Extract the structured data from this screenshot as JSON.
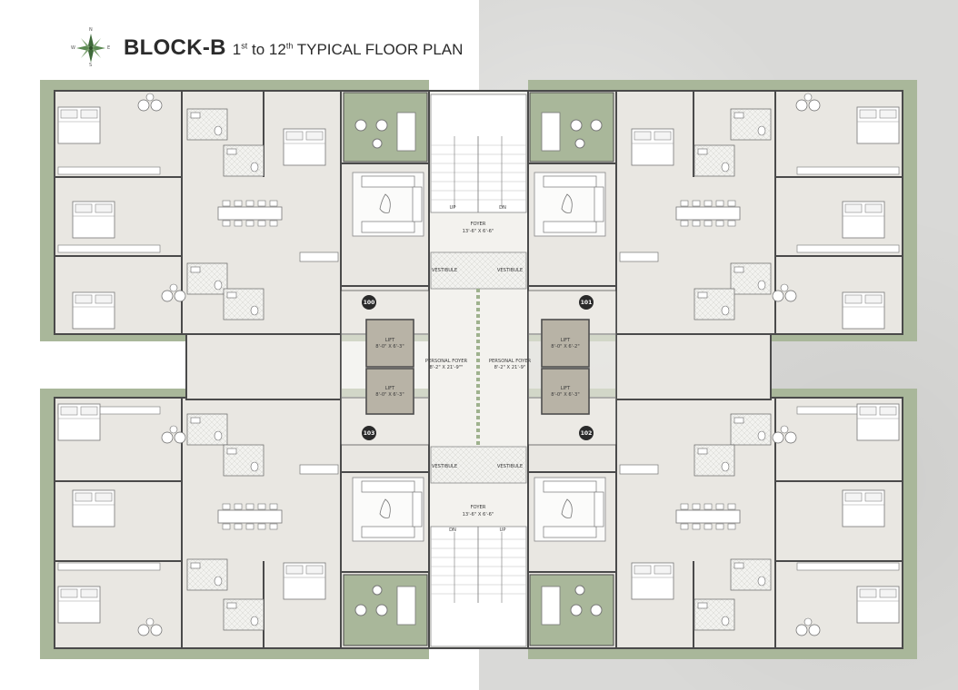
{
  "title": {
    "block": "BLOCK-B",
    "floor_from": "1",
    "floor_from_suffix": "st",
    "to": "to",
    "floor_to": "12",
    "floor_to_suffix": "th",
    "text": "TYPICAL FLOOR PLAN"
  },
  "compass": {
    "n": "N",
    "e": "E",
    "s": "S",
    "w": "W"
  },
  "labels": {
    "foyer": "FOYER",
    "foyer_size": "13'-6\" X 6'-6\"",
    "up": "UP",
    "dn": "DN",
    "vestibule": "VESTIBULE",
    "lift": "LIFT",
    "lift_size_left": "8'-0\" X 6'-3\"",
    "lift_size_right": "8'-0\" X 6'-2\"",
    "lift_size_right_b": "8'-0\" X 6'-3\"",
    "personal_foyer": "PERSONAL FOYER",
    "personal_foyer_size_left": "8'-2\" X 21'-9\"\"",
    "personal_foyer_size_right": "8'-2\" X 21'-9\""
  },
  "units": {
    "u100": "100",
    "u101": "101",
    "u102": "102",
    "u103": "103"
  },
  "colors": {
    "green": "#a9b79a",
    "floor": "#e9e7e2",
    "wall": "#4a4a4a",
    "concrete": "#d9d9d7",
    "lift": "#b8b3a6",
    "dark": "#2a2a2a"
  }
}
